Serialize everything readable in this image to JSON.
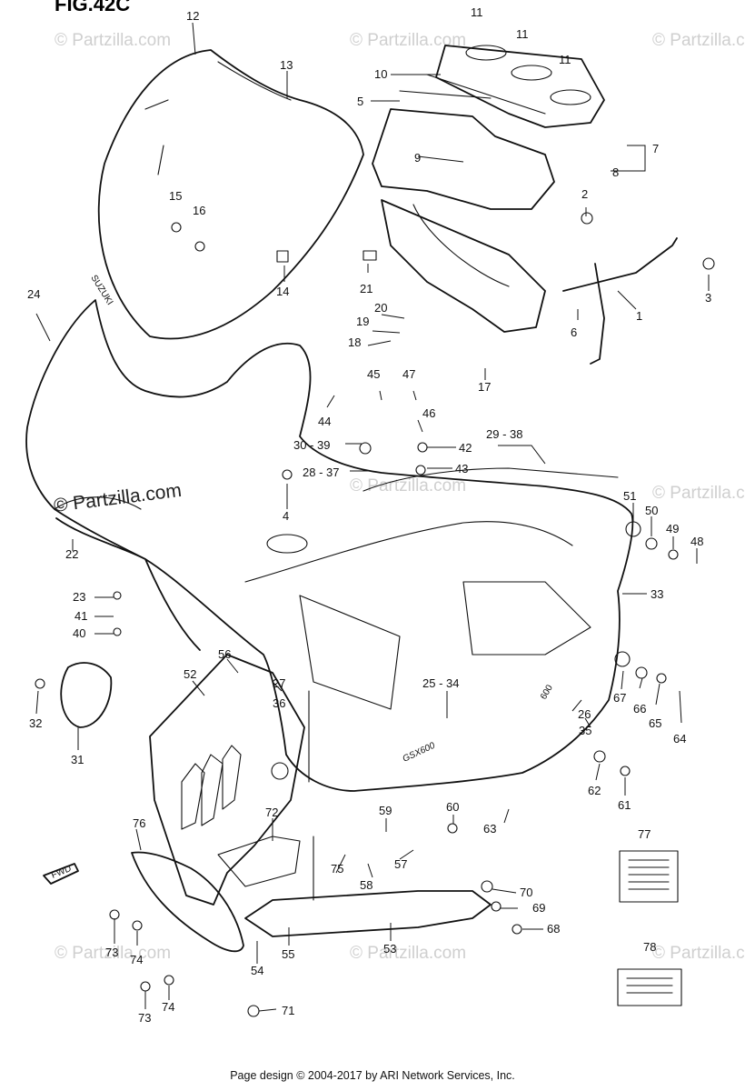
{
  "figure": {
    "title": "FIG.42C"
  },
  "watermark": {
    "text": "© Partzilla.com"
  },
  "fwd_label": "FWD",
  "decal_labels": {
    "windscreen_text": "SUZUKI",
    "side_logo": "GSX600",
    "badge": "600"
  },
  "footer": {
    "text": "Page design © 2004-2017 by ARI Network Services, Inc."
  },
  "callouts": [
    "12",
    "13",
    "11",
    "11",
    "11",
    "10",
    "5",
    "7",
    "8",
    "9",
    "2",
    "15",
    "16",
    "3",
    "14",
    "21",
    "1",
    "24",
    "20",
    "19",
    "6",
    "18",
    "17",
    "45",
    "47",
    "44",
    "46",
    "29 - 38",
    "30 - 39",
    "42",
    "28 - 37",
    "43",
    "4",
    "51",
    "50",
    "49",
    "48",
    "22",
    "23",
    "33",
    "41",
    "40",
    "56",
    "52",
    "27",
    "36",
    "25 - 34",
    "67",
    "66",
    "65",
    "64",
    "26",
    "35",
    "32",
    "31",
    "62",
    "61",
    "72",
    "59",
    "60",
    "63",
    "77",
    "76",
    "75",
    "58",
    "57",
    "70",
    "69",
    "68",
    "73",
    "74",
    "55",
    "53",
    "54",
    "78",
    "73",
    "74",
    "71"
  ]
}
